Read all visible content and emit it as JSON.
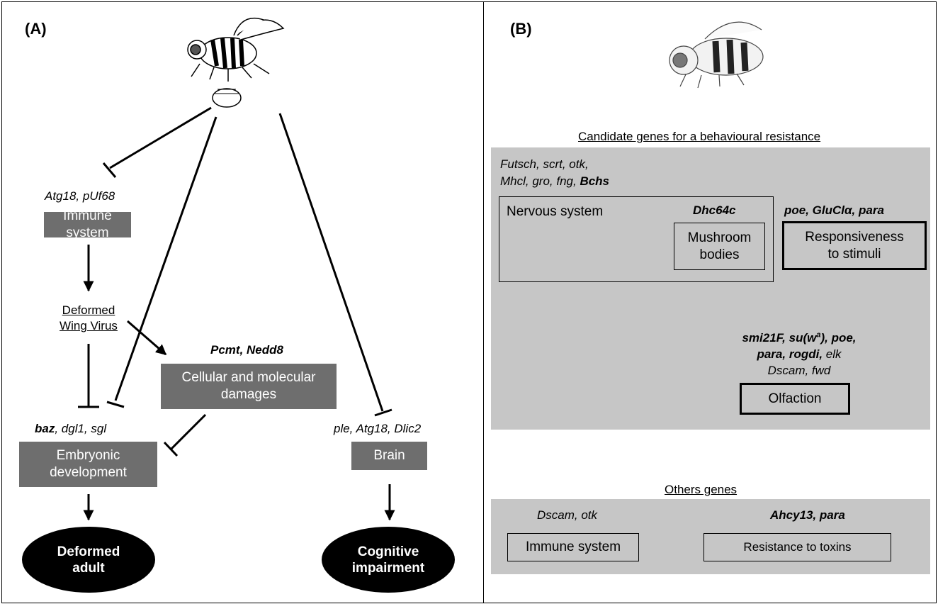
{
  "panel_a": {
    "label": "(A)",
    "genes_immune": "Atg18, pUf68",
    "immune_system": "Immune system",
    "dwv_line1": "Deformed",
    "dwv_line2": "Wing Virus",
    "genes_cellular": "Pcmt, Nedd8",
    "cellular_line1": "Cellular and molecular",
    "cellular_line2": "damages",
    "genes_embryo_bold": "baz",
    "genes_embryo_rest": ", dgl1, sgl",
    "embryo_line1": "Embryonic",
    "embryo_line2": "development",
    "genes_brain": "ple, Atg18, Dlic2",
    "brain": "Brain",
    "deformed_line1": "Deformed",
    "deformed_line2": "adult",
    "cognitive_line1": "Cognitive",
    "cognitive_line2": "impairment"
  },
  "panel_b": {
    "label": "(B)",
    "behav_title": "Candidate genes for a behavioural resistance",
    "genes_nervous_line1": "Futsch, scrt, otk,",
    "genes_nervous_line2": "Mhcl, gro, fng, ",
    "genes_nervous_bold": "Bchs",
    "nervous_system": "Nervous system",
    "genes_mushroom": "Dhc64c",
    "mushroom_line1": "Mushroom",
    "mushroom_line2": "bodies",
    "genes_resp": "poe, GluClα,  para",
    "resp_line1": "Responsiveness",
    "resp_line2": "to stimuli",
    "olf_genes_line1": "smi21F, su(w",
    "olf_genes_sup": "a",
    "olf_genes_line1b": "), poe,",
    "olf_genes_line2_bold": "para, rogdi,",
    "olf_genes_line2_rest": " elk",
    "olf_genes_line3": "Dscam, fwd",
    "olfaction": "Olfaction",
    "others_title": "Others genes",
    "genes_immune2": "Dscam, otk",
    "immune_system2": "Immune system",
    "genes_toxins": "Ahcy13, para",
    "toxins": "Resistance to toxins"
  }
}
